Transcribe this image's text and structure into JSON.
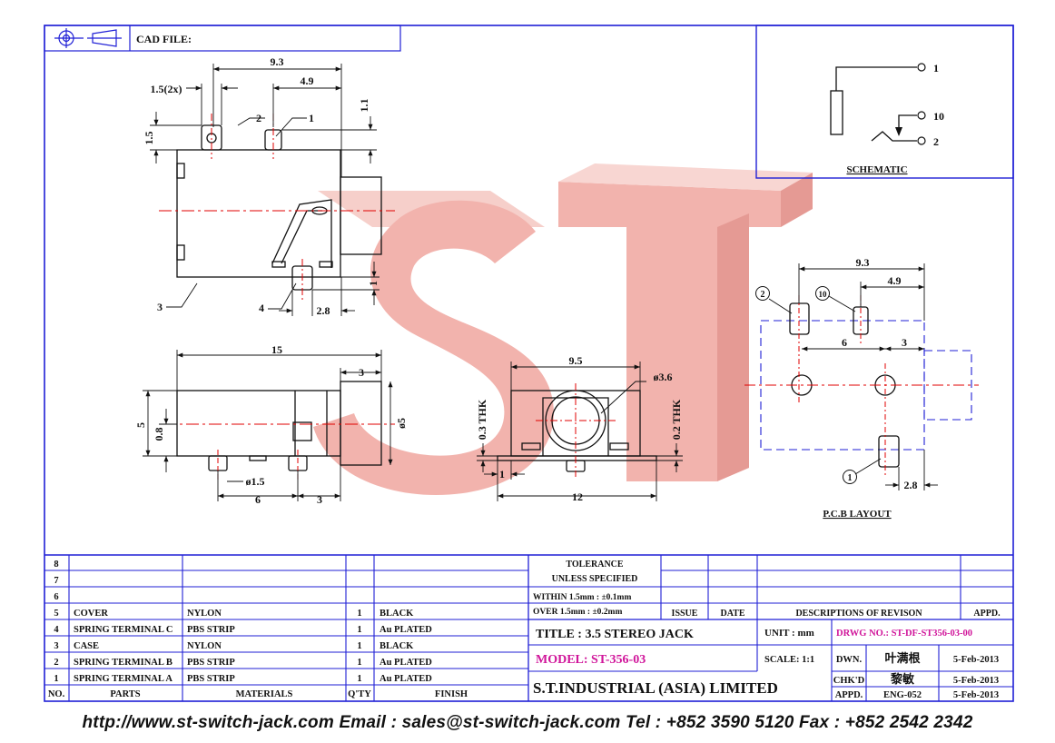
{
  "header": {
    "cad_file_label": "CAD FILE:"
  },
  "schematic": {
    "title": "SCHEMATIC",
    "pins": [
      "1",
      "10",
      "2"
    ]
  },
  "top_view": {
    "dims": [
      "9.3",
      "4.9",
      "1.5(2x)",
      "1.5",
      "1.1",
      "1",
      "2.8"
    ],
    "callouts": [
      "2",
      "1",
      "3",
      "4"
    ]
  },
  "side_view": {
    "dims": [
      "15",
      "3",
      "5",
      "0.8",
      "ø5",
      "ø1.5",
      "6",
      "3"
    ]
  },
  "front_view": {
    "dims": [
      "9.5",
      "ø3.6",
      "0.3 THK",
      "0.2 THK",
      "1",
      "12"
    ]
  },
  "pcb_layout": {
    "title": "P.C.B LAYOUT",
    "dims": [
      "9.3",
      "4.9",
      "6",
      "3",
      "2.8"
    ],
    "callouts": [
      "2",
      "10",
      "1"
    ]
  },
  "watermark": "ST",
  "parts_table": {
    "headers": [
      "NO.",
      "PARTS",
      "MATERIALS",
      "Q'TY",
      "FINISH"
    ],
    "rows": [
      [
        "8",
        "",
        "",
        "",
        ""
      ],
      [
        "7",
        "",
        "",
        "",
        ""
      ],
      [
        "6",
        "",
        "",
        "",
        ""
      ],
      [
        "5",
        "COVER",
        "NYLON",
        "1",
        "BLACK"
      ],
      [
        "4",
        "SPRING TERMINAL C",
        "PBS STRIP",
        "1",
        "Au PLATED"
      ],
      [
        "3",
        "CASE",
        "NYLON",
        "1",
        "BLACK"
      ],
      [
        "2",
        "SPRING TERMINAL B",
        "PBS STRIP",
        "1",
        "Au PLATED"
      ],
      [
        "1",
        "SPRING TERMINAL A",
        "PBS STRIP",
        "1",
        "Au PLATED"
      ]
    ]
  },
  "tolerance": {
    "line1": "TOLERANCE",
    "line2": "UNLESS   SPECIFIED",
    "within": "WITHIN  1.5mm : ±0.1mm",
    "over": "OVER    1.5mm : ±0.2mm"
  },
  "revision": {
    "issue": "ISSUE",
    "date": "DATE",
    "desc": "DESCRIPTIONS OF REVISON",
    "appd": "APPD."
  },
  "title_block": {
    "title": "TITLE : 3.5 STEREO JACK",
    "model": "MODEL: ST-356-03",
    "company": "S.T.INDUSTRIAL  (ASIA)  LIMITED",
    "unit": "UNIT :  mm",
    "drwg": "DRWG NO.: ST-DF-ST356-03-00",
    "scale": "SCALE:  1:1",
    "dwn": "DWN.",
    "dwn_name": "叶满根",
    "dwn_date": "5-Feb-2013",
    "chkd": "CHK'D",
    "chkd_name": "黎敏",
    "chkd_date": "5-Feb-2013",
    "appd": "APPD.",
    "appd_name": "ENG-052",
    "appd_date": "5-Feb-2013"
  },
  "colors": {
    "line": "#1f1fd6",
    "ink": "#111111",
    "red": "#e00000",
    "magenta": "#d0159a",
    "watermark": "#f2b3ad"
  },
  "footer": "http://www.st-switch-jack.com  Email : sales@st-switch-jack.com  Tel : +852 3590 5120  Fax : +852 2542 2342"
}
